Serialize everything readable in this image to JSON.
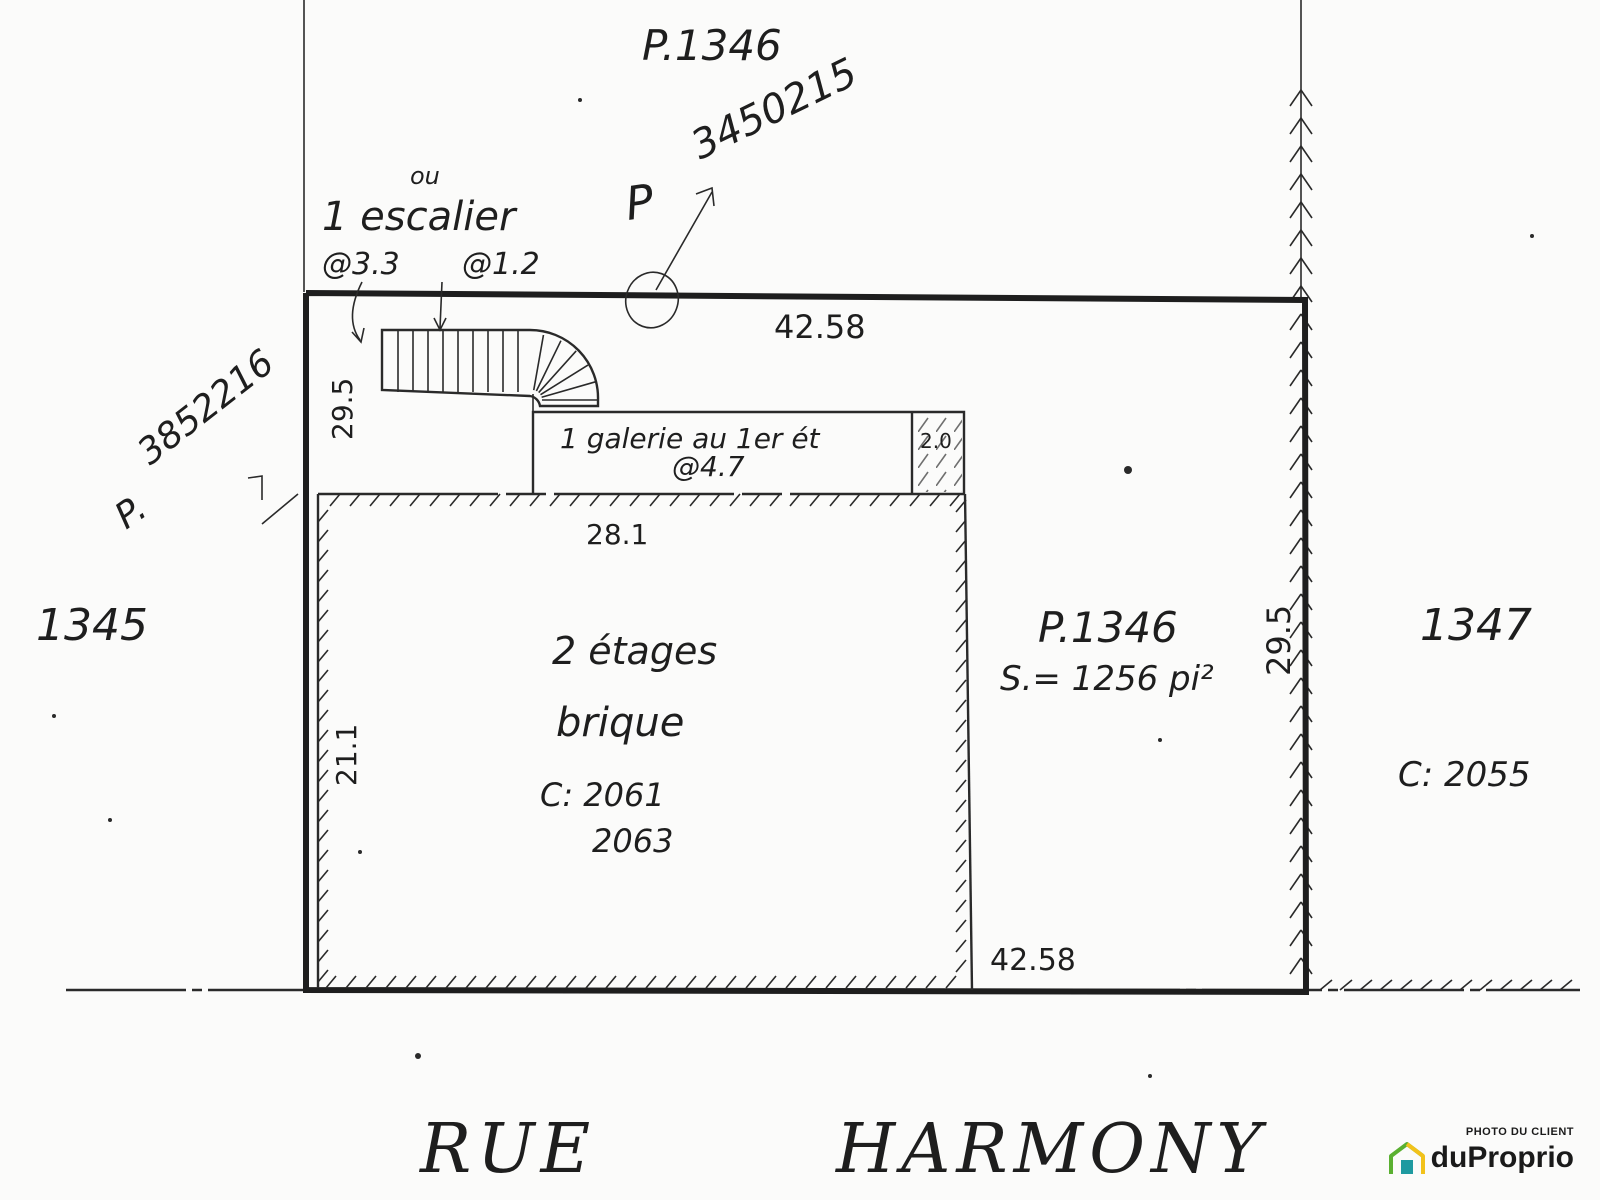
{
  "plan": {
    "top_lot": "P.1346",
    "top_lot_number": "3450215",
    "top_lot_prefix": "P",
    "left_lot_number": "3852216",
    "left_lot_prefix": "P.",
    "stair_note_ou": "ou",
    "stair_note": "1 escalier",
    "stair_dim_left": "@3.3",
    "stair_dim_right": "@1.2",
    "top_edge": "42.58",
    "bottom_edge": "42.58",
    "left_edge_upper": "29.5",
    "left_edge_lower": "21.1",
    "right_edge": "29.5",
    "gallery_label": "1 galerie au 1er ét",
    "gallery_dim": "@4.7",
    "gallery_small": "2.0",
    "building_width": "28.1",
    "building_desc_1": "2 étages",
    "building_desc_2": "brique",
    "civic_1": "C: 2061",
    "civic_2": "2063",
    "lot_label": "P.1346",
    "lot_area": "S.= 1256 pi²",
    "neighbor_left": "1345",
    "neighbor_right": "1347",
    "neighbor_right_civic": "C: 2055",
    "street_1": "RUE",
    "street_2": "HARMONY"
  },
  "watermark": {
    "caption": "PHOTO DU CLIENT",
    "brand_a": "du",
    "brand_b": "Proprio",
    "colors": {
      "green": "#5ab031",
      "yellow": "#f2c21b",
      "teal": "#1e9aa0"
    }
  }
}
